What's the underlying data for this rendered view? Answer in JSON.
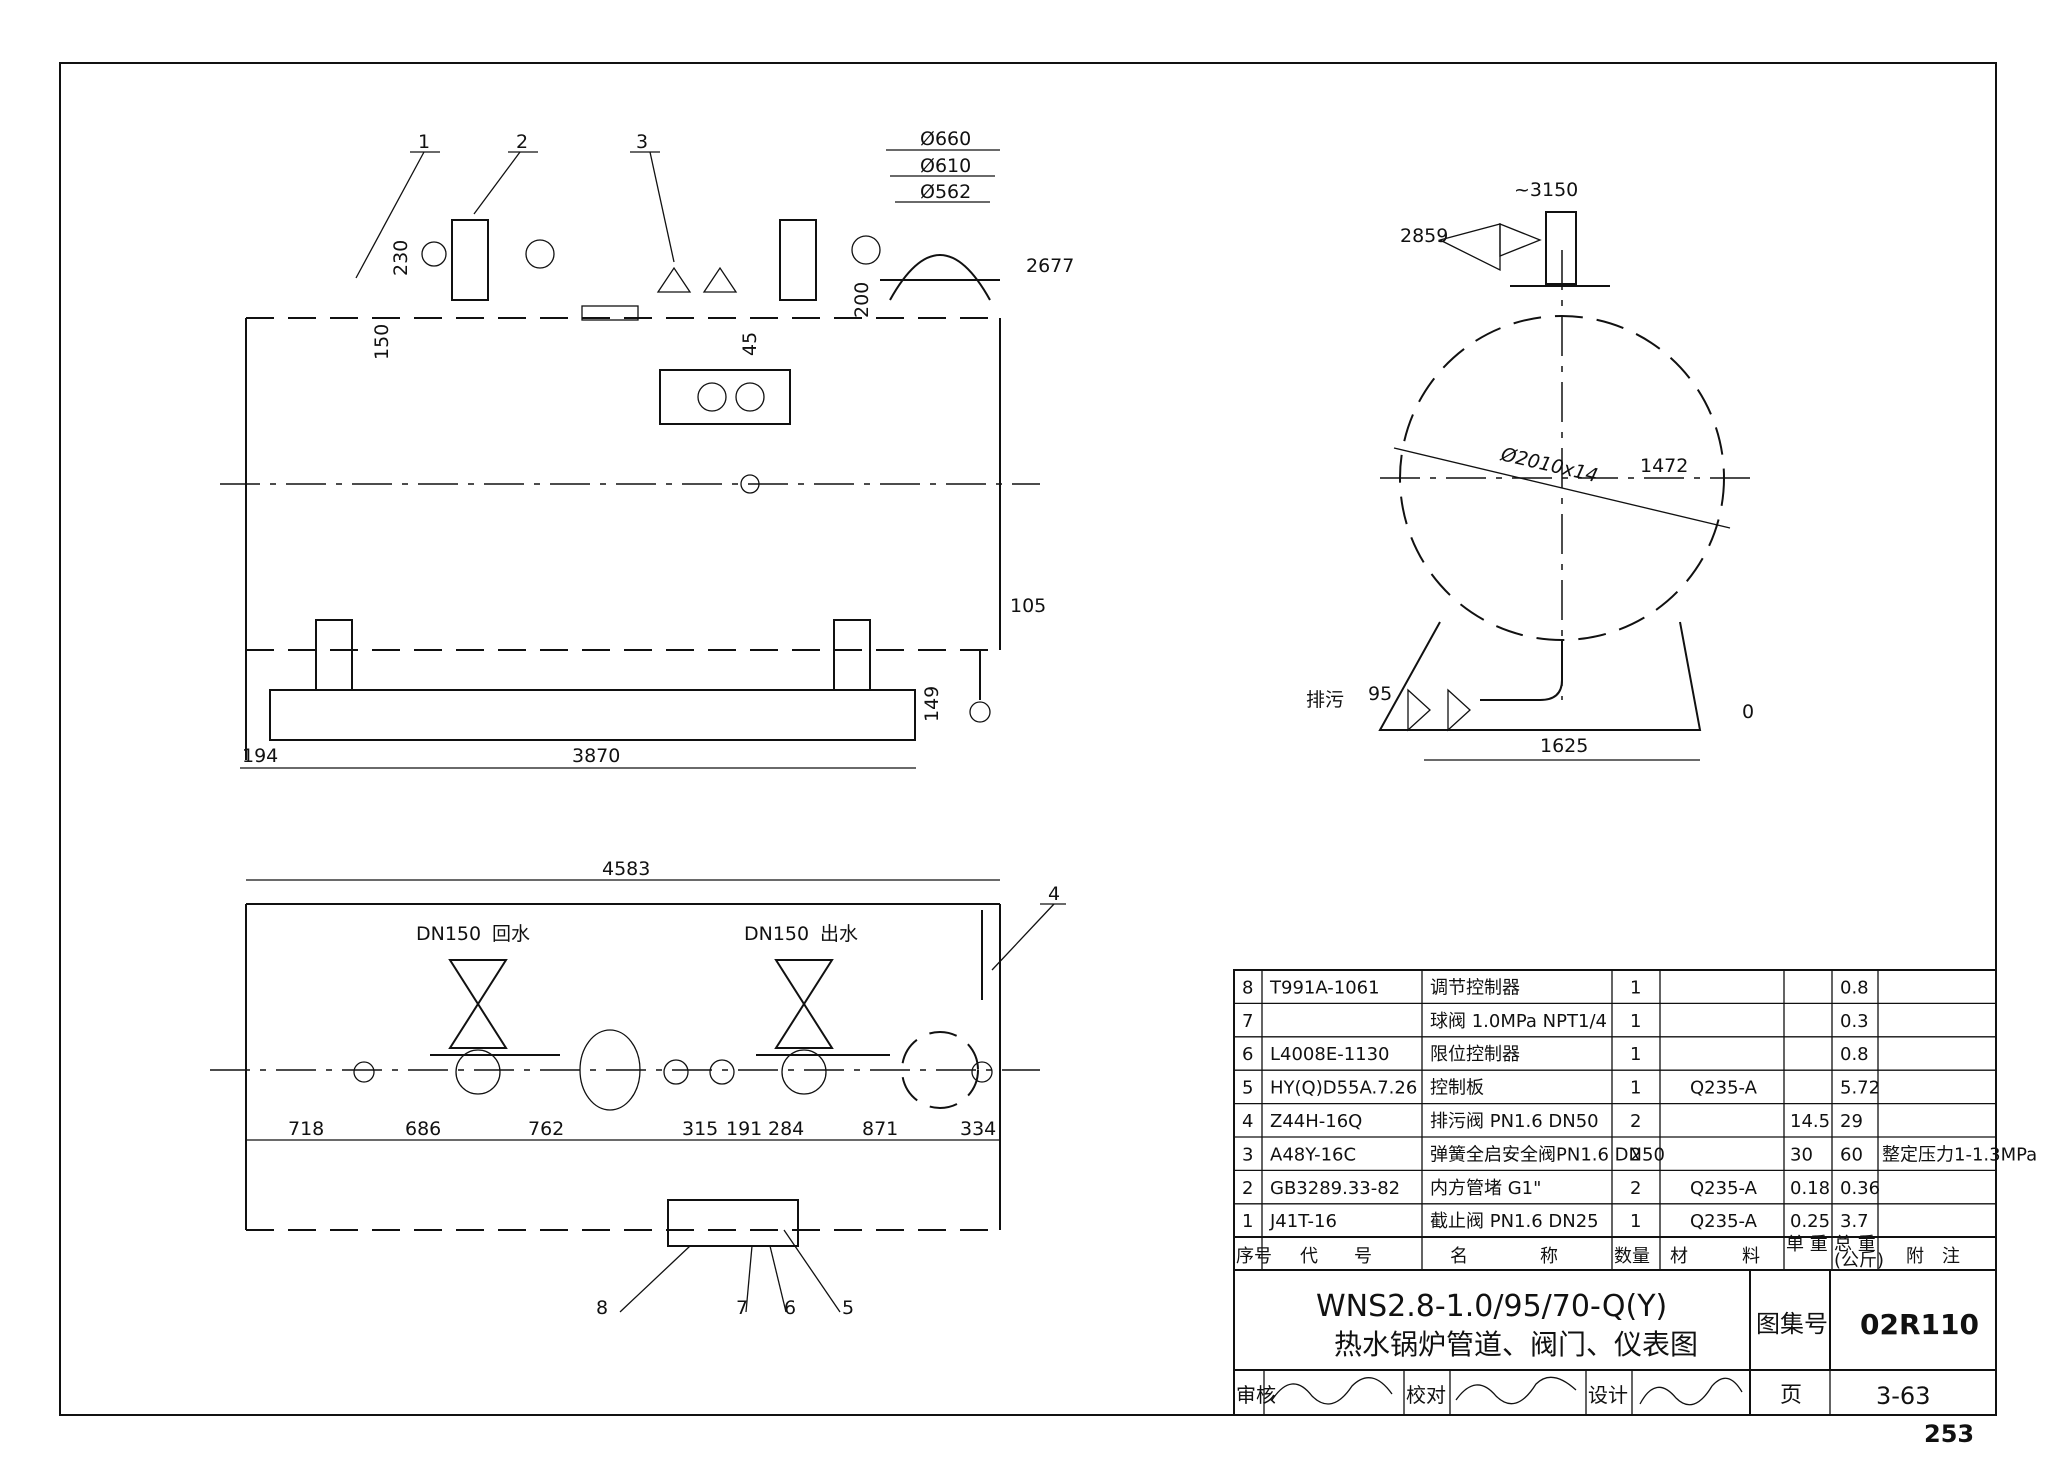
{
  "drawing": {
    "dims_top": [
      "230",
      "150",
      "45",
      "200",
      "Ø660",
      "Ø610",
      "Ø562",
      "2677",
      "105",
      "149",
      "194",
      "3870"
    ],
    "dims_side": [
      "~3150",
      "2859",
      "Ø2010x14",
      "1472",
      "95",
      "0",
      "1625"
    ],
    "drain_label": "排污",
    "dims_plan": [
      "4583",
      "718",
      "686",
      "762",
      "315",
      "191",
      "284",
      "871",
      "334"
    ],
    "pipe_return": "DN150",
    "pipe_return_label": "回水",
    "pipe_supply": "DN150",
    "pipe_supply_label": "出水",
    "balloons": [
      "1",
      "2",
      "3",
      "4",
      "5",
      "6",
      "7",
      "8"
    ]
  },
  "bom": {
    "rows": [
      {
        "no": "8",
        "code": "T991A-1061",
        "name": "调节控制器",
        "qty": "1",
        "material": "",
        "unit_wt": "",
        "total_wt": "0.8",
        "note": ""
      },
      {
        "no": "7",
        "code": "",
        "name": "球阀 1.0MPa NPT1/4",
        "qty": "1",
        "material": "",
        "unit_wt": "",
        "total_wt": "0.3",
        "note": ""
      },
      {
        "no": "6",
        "code": "L4008E-1130",
        "name": "限位控制器",
        "qty": "1",
        "material": "",
        "unit_wt": "",
        "total_wt": "0.8",
        "note": ""
      },
      {
        "no": "5",
        "code": "HY(Q)D55A.7.26",
        "name": "控制板",
        "qty": "1",
        "material": "Q235-A",
        "unit_wt": "",
        "total_wt": "5.72",
        "note": ""
      },
      {
        "no": "4",
        "code": "Z44H-16Q",
        "name": "排污阀 PN1.6 DN50",
        "qty": "2",
        "material": "",
        "unit_wt": "14.5",
        "total_wt": "29",
        "note": ""
      },
      {
        "no": "3",
        "code": "A48Y-16C",
        "name": "弹簧全启安全阀PN1.6 DN50",
        "qty": "2",
        "material": "",
        "unit_wt": "30",
        "total_wt": "60",
        "note": "整定压力1-1.3MPa"
      },
      {
        "no": "2",
        "code": "GB3289.33-82",
        "name": "内方管堵 G1\"",
        "qty": "2",
        "material": "Q235-A",
        "unit_wt": "0.18",
        "total_wt": "0.36",
        "note": ""
      },
      {
        "no": "1",
        "code": "J41T-16",
        "name": "截止阀 PN1.6 DN25",
        "qty": "1",
        "material": "Q235-A",
        "unit_wt": "0.25",
        "total_wt": "3.7",
        "note": ""
      }
    ],
    "header": {
      "no": "序号",
      "code": "代　　号",
      "name": "名　　　　称",
      "qty": "数量",
      "material": "材　　　料",
      "unit_wt": "单 重",
      "total_wt": "总 重",
      "wt_unit": "(公斤)",
      "note": "附　注"
    }
  },
  "title_block": {
    "model": "WNS2.8-1.0/95/70-Q(Y)",
    "title": "热水锅炉管道、阀门、仪表图",
    "atlas_label": "图集号",
    "atlas_no": "02R110",
    "review": "审核",
    "check": "校对",
    "design": "设计",
    "page_label": "页",
    "page_no": "3-63"
  },
  "sheet_number": "253"
}
